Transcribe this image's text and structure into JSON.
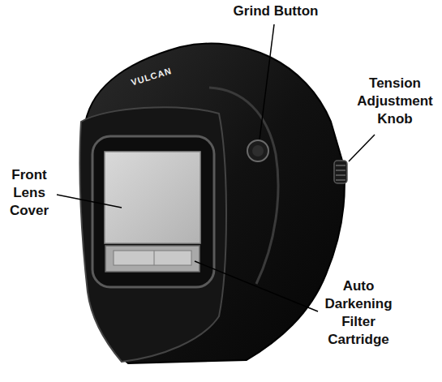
{
  "diagram": {
    "labels": [
      "Grind Button",
      "Tension Adjustment Knob",
      "Front Lens Cover",
      "Auto Darkening Filter Cartridge",
      "VULCAN"
    ]
  }
}
